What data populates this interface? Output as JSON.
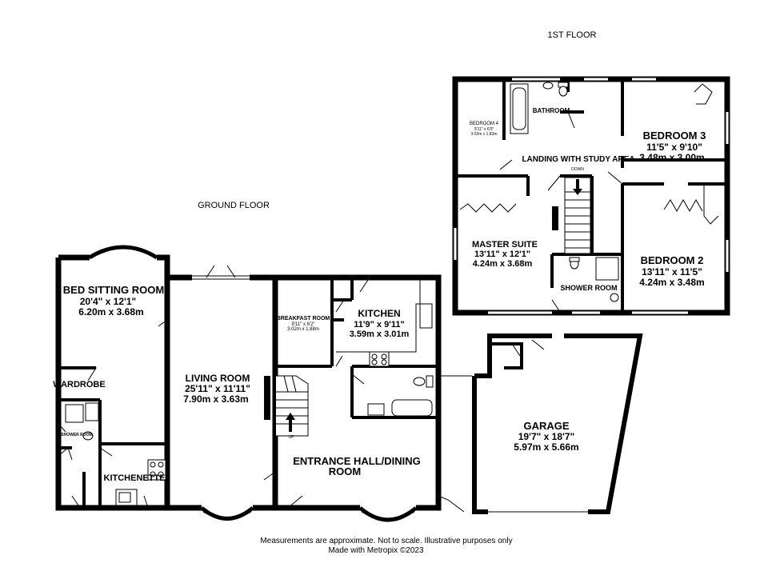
{
  "floors": {
    "first": "1ST FLOOR",
    "ground": "GROUND FLOOR"
  },
  "rooms": {
    "bed_sitting": {
      "name": "BED SITTING ROOM",
      "imperial": "20'4\" x 12'1\"",
      "metric": "6.20m x 3.68m"
    },
    "wardrobe": {
      "name": "WARDROBE"
    },
    "shower_room_gf": {
      "name": "SHOWER ROOM"
    },
    "kitchenette": {
      "name": "KITCHENETTE"
    },
    "living": {
      "name": "LIVING ROOM",
      "imperial": "25'11\" x 11'11\"",
      "metric": "7.90m x 3.63m"
    },
    "breakfast": {
      "name": "BREAKFAST ROOM",
      "imperial": "9'11\" x 6'2\"",
      "metric": "3.02m x 1.88m"
    },
    "kitchen": {
      "name": "KITCHEN",
      "imperial": "11'9\" x 9'11\"",
      "metric": "3.59m x 3.01m"
    },
    "entrance": {
      "name_line1": "ENTRANCE HALL/DINING",
      "name_line2": "ROOM"
    },
    "garage": {
      "name": "GARAGE",
      "imperial": "19'7\" x 18'7\"",
      "metric": "5.97m x 5.66m"
    },
    "bedroom4": {
      "name": "BEDROOM 4",
      "imperial": "9'11\" x 6'0\"",
      "metric": "3.02m x 1.83m"
    },
    "bathroom": {
      "name": "BATHROOM"
    },
    "landing": {
      "name": "LANDING WITH STUDY AREA"
    },
    "bedroom3": {
      "name": "BEDROOM 3",
      "imperial": "11'5\" x 9'10\"",
      "metric": "3.48m x 3.00m"
    },
    "master": {
      "name": "MASTER SUITE",
      "imperial": "13'11\" x 12'1\"",
      "metric": "4.24m x 3.68m"
    },
    "shower_room_ff": {
      "name": "SHOWER ROOM"
    },
    "bedroom2": {
      "name": "BEDROOM 2",
      "imperial": "13'11\" x 11'5\"",
      "metric": "4.24m x 3.48m"
    }
  },
  "stairs": {
    "up": "UP",
    "down": "DOWN"
  },
  "footer": {
    "line1": "Measurements are approximate.  Not to scale.  Illustrative purposes only",
    "line2": "Made with Metropix ©2023"
  }
}
